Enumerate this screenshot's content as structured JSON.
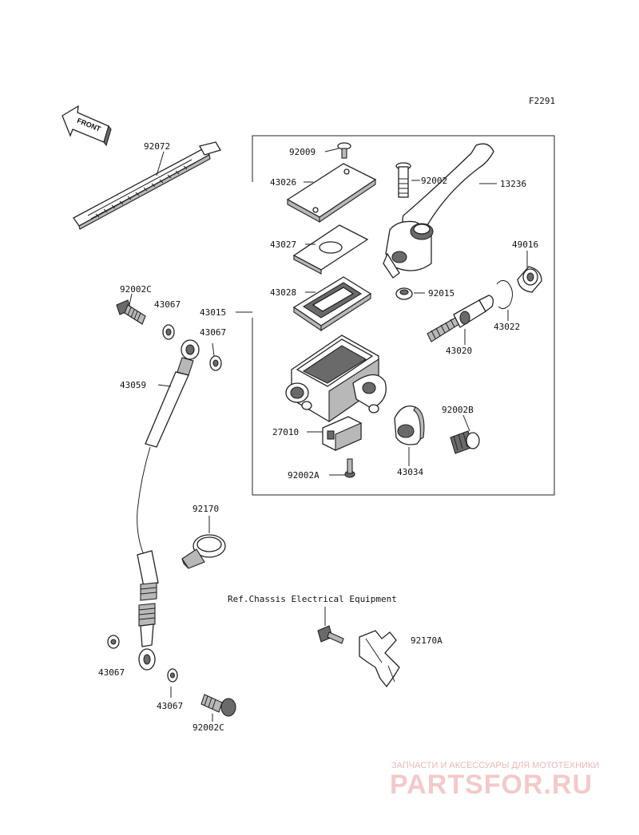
{
  "figure_code": "F2291",
  "front_arrow_label": "FRONT",
  "reference_note": "Ref.Chassis Electrical Equipment",
  "part_labels": {
    "p92072": "92072",
    "p92009": "92009",
    "p92002": "92002",
    "p13236": "13236",
    "p43026": "43026",
    "p43027": "43027",
    "p49016": "49016",
    "p92002C_top": "92002C",
    "p43067_a": "43067",
    "p43028": "43028",
    "p92015": "92015",
    "p43015": "43015",
    "p43022": "43022",
    "p43067_b": "43067",
    "p43020": "43020",
    "p43059": "43059",
    "p92002B": "92002B",
    "p27010": "27010",
    "p43034": "43034",
    "p92002A": "92002A",
    "p92170": "92170",
    "p92170A": "92170A",
    "p43067_c": "43067",
    "p43067_d": "43067",
    "p92002C_bottom": "92002C"
  },
  "watermark": {
    "line1": "ЗАПЧАСТИ И АКСЕССУАРЫ ДЛЯ МОТОТЕХНИКИ",
    "line2": "PARTSFOR.RU"
  }
}
